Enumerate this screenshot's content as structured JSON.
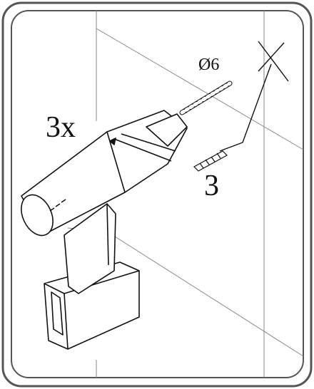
{
  "instruction": {
    "repeat_count": "3x",
    "drill_bit_diameter": "Ø6",
    "wall_plug_step": "3"
  },
  "icons": {
    "drill": "cordless-drill-icon",
    "wall_plug": "wall-plug-icon",
    "drill_bit": "drill-bit-icon",
    "target_mark": "x-mark-icon"
  },
  "colors": {
    "line": "#111111",
    "frame": "#555555",
    "wall_line": "#8a8a8a"
  }
}
